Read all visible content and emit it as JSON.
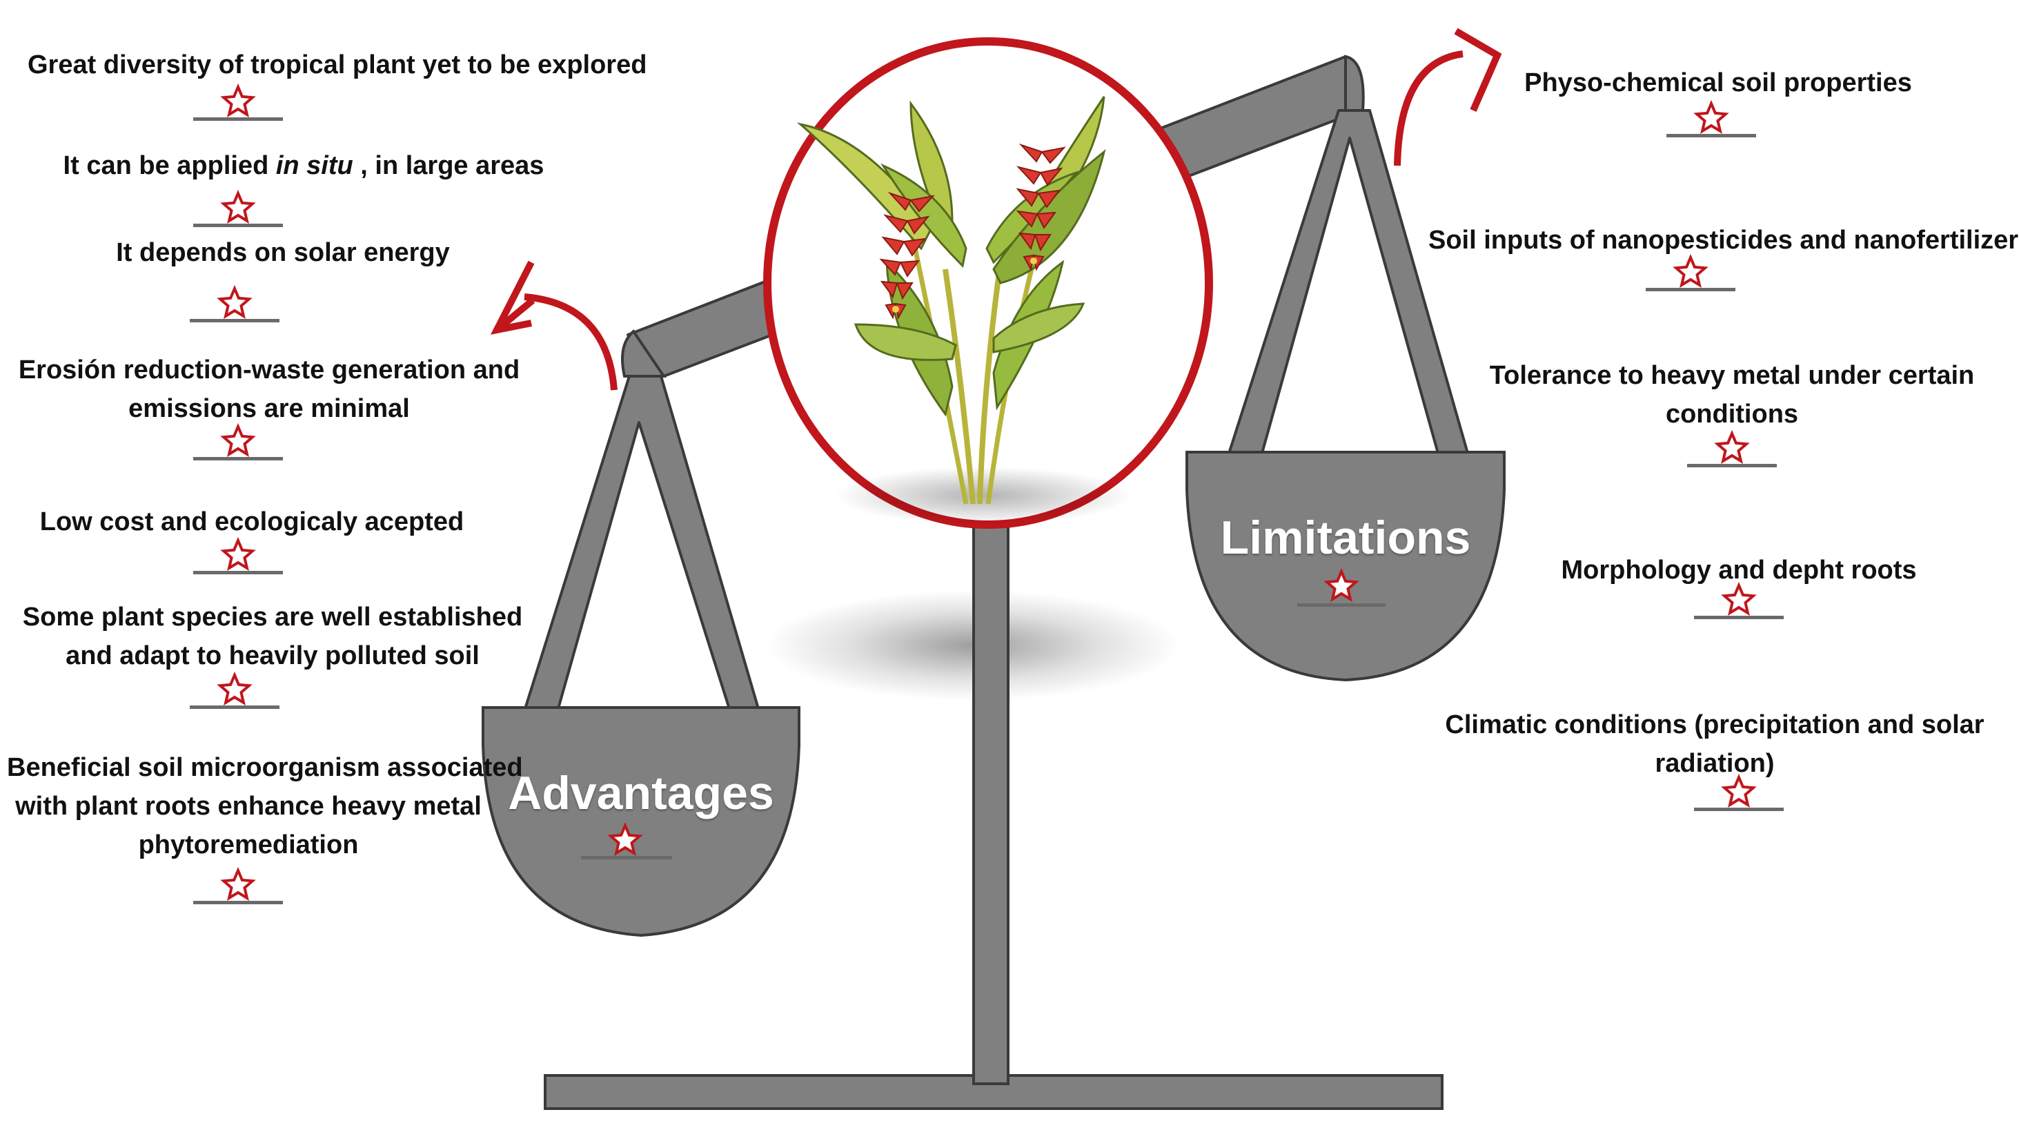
{
  "advantages": {
    "title": "Advantages",
    "items": [
      {
        "lines": [
          "Great diversity of tropical plant yet to be explored"
        ]
      },
      {
        "pre": "It can be applied ",
        "italic": "in situ",
        "post": " , in large areas"
      },
      {
        "lines": [
          "It depends on solar energy"
        ]
      },
      {
        "lines": [
          "Erosión reduction-waste generation and",
          "emissions are minimal"
        ]
      },
      {
        "lines": [
          "Low cost and ecologicaly acepted"
        ]
      },
      {
        "lines": [
          "Some plant species are well established",
          "and adapt to heavily polluted soil"
        ]
      },
      {
        "lines": [
          "Beneficial soil microorganism associated",
          "with plant roots enhance heavy metal",
          "phytoremediation"
        ]
      }
    ]
  },
  "limitations": {
    "title": "Limitations",
    "items": [
      {
        "lines": [
          "Physo-chemical soil properties"
        ]
      },
      {
        "lines": [
          "Soil inputs of nanopesticides and nanofertilizers"
        ]
      },
      {
        "lines": [
          "Tolerance to heavy metal under certain",
          "conditions"
        ]
      },
      {
        "lines": [
          "Morphology and depht roots"
        ]
      },
      {
        "lines": [
          "Climatic conditions (precipitation and solar",
          "radiation)"
        ]
      }
    ]
  },
  "colors": {
    "scale_gray": "#808080",
    "scale_outline": "#3a3a3a",
    "accent_red": "#c0161c",
    "leaf_green": "#8fb23a",
    "flower_red": "#d9382e"
  },
  "icons": [
    "star-icon",
    "plant-icon",
    "tilt-arrow-icon",
    "balance-scale-icon"
  ]
}
